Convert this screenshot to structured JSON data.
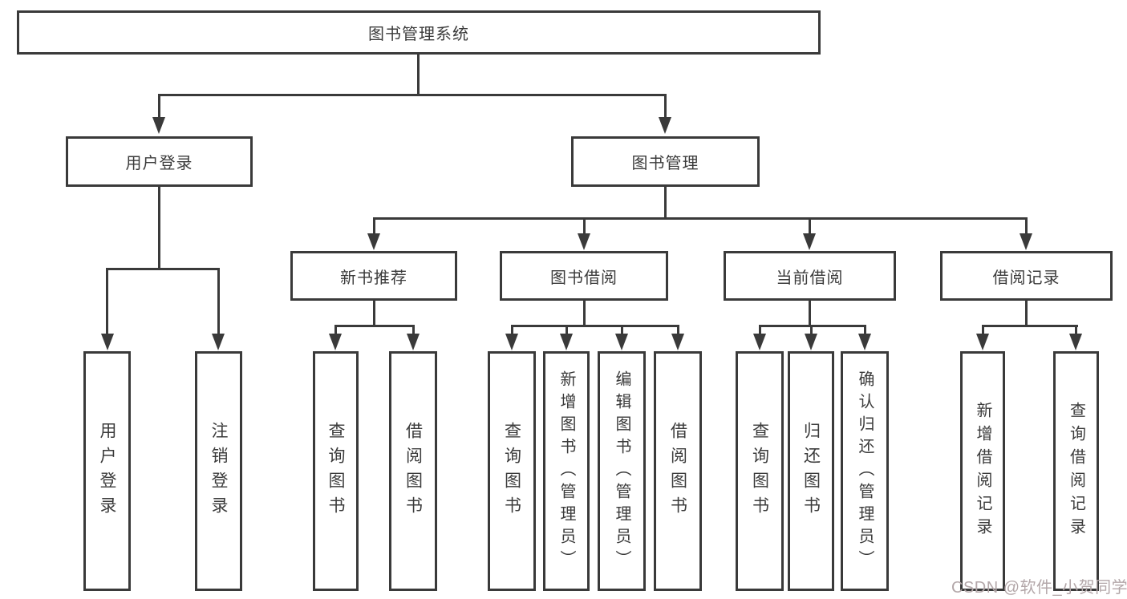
{
  "diagram_title": "图书管理系统",
  "colors": {
    "line": "#3a3a3a",
    "box_background": "#ffffff",
    "text": "#3b3b3b",
    "watermark": "#b3a7a9"
  },
  "nodes": {
    "root": "图书管理系统",
    "user_login": "用户登录",
    "book_management": "图书管理",
    "new_book_recommend": "新书推荐",
    "book_borrowing": "图书借阅",
    "current_borrowing": "当前借阅",
    "borrowing_records": "借阅记录",
    "login_children": [
      "用户登录",
      "注销登录"
    ],
    "recommend_children": [
      "查询图书",
      "借阅图书"
    ],
    "borrowing_children": [
      "查询图书",
      "新增图书（管理员）",
      "编辑图书（管理员）",
      "借阅图书"
    ],
    "current_children": [
      "查询图书",
      "归还图书",
      "确认归还（管理员）"
    ],
    "records_children": [
      "新增借阅记录",
      "查询借阅记录"
    ]
  },
  "watermark": "CSDN @软件_小贺同学"
}
